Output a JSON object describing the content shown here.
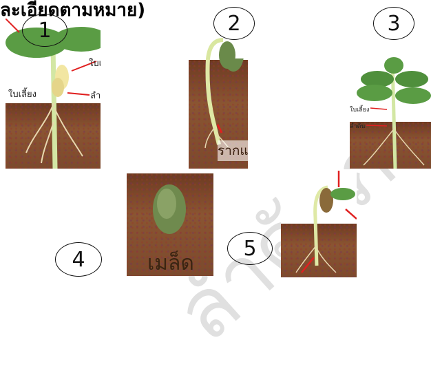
{
  "header": {
    "title_fragment": "ละเอียดตามหมาย)"
  },
  "panels": [
    {
      "number": "1",
      "labels": [
        "ใบเ",
        "ใบเลี้ยง",
        "ลำต"
      ]
    },
    {
      "number": "2",
      "labels": [
        "รากแก้ว"
      ]
    },
    {
      "number": "3",
      "labels": [
        "ใบเลี้ยง",
        "ลำต้น"
      ]
    },
    {
      "number": "4",
      "labels": [
        "เมล็ด"
      ]
    },
    {
      "number": "5",
      "labels": []
    }
  ],
  "watermark": {
    "text": "ลำดับภาษาไทย"
  },
  "colors": {
    "arrow": "#e02020",
    "soil": "#7b4a2d",
    "leaf": "#4e9a3a",
    "stem": "#cfe5a0"
  }
}
